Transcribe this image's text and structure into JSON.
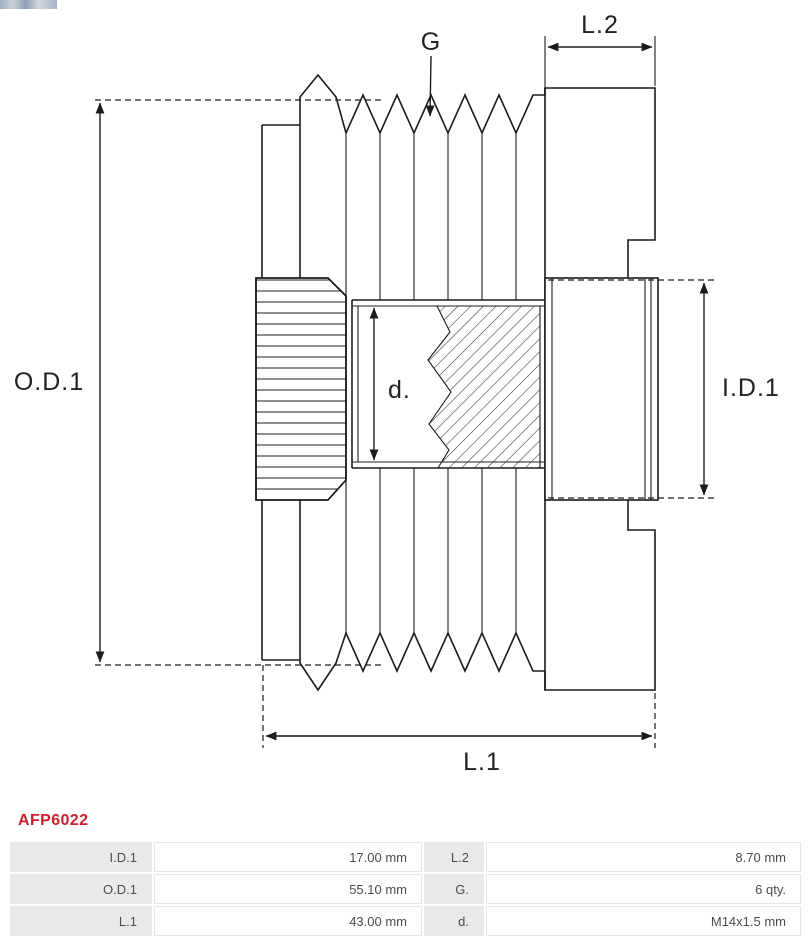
{
  "product_code": "AFP6022",
  "drawing": {
    "labels": {
      "g": "G",
      "l2": "L.2",
      "od1": "O.D.1",
      "id1": "I.D.1",
      "d": "d.",
      "l1": "L.1"
    }
  },
  "spec_table": {
    "rows": [
      {
        "label1": "I.D.1",
        "value1": "17.00 mm",
        "label2": "L.2",
        "value2": "8.70 mm"
      },
      {
        "label1": "O.D.1",
        "value1": "55.10 mm",
        "label2": "G.",
        "value2": "6 qty."
      },
      {
        "label1": "L.1",
        "value1": "43.00 mm",
        "label2": "d.",
        "value2": "M14x1.5 mm"
      }
    ]
  },
  "colors": {
    "accent_red": "#cb1f2d",
    "table_label_bg": "#e9e9e9",
    "line": "#1c1c1c"
  }
}
